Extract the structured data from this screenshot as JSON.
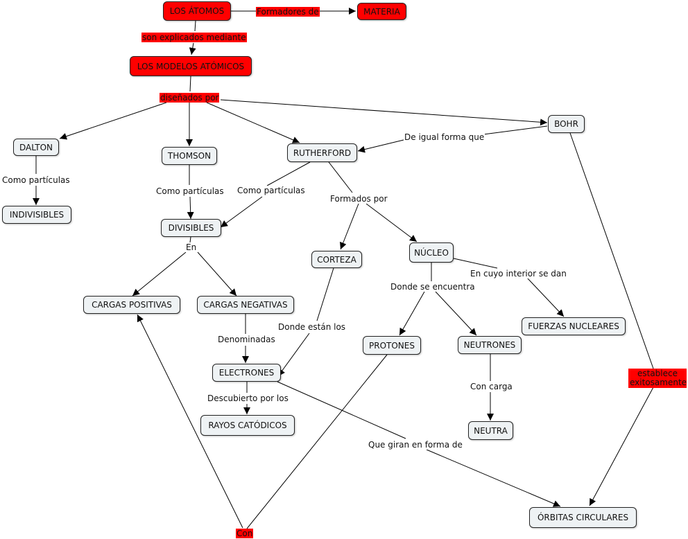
{
  "colors": {
    "highlight": "#ff0000",
    "node_fill": "#eef2f4",
    "line": "#000000"
  },
  "nodes": {
    "atomos": "LOS ÁTOMOS",
    "materia": "MATERIA",
    "modelos": "LOS MODELOS ATÓMICOS",
    "dalton": "DALTON",
    "thomson": "THOMSON",
    "rutherford": "RUTHERFORD",
    "bohr": "BOHR",
    "indivisibles": "INDIVISIBLES",
    "divisibles": "DIVISIBLES",
    "corteza": "CORTEZA",
    "nucleo": "NÚCLEO",
    "cargas_positivas": "CARGAS POSITIVAS",
    "cargas_negativas": "CARGAS NEGATIVAS",
    "fuerzas": "FUERZAS NUCLEARES",
    "protones": "PROTONES",
    "neutrones": "NEUTRONES",
    "electrones": "ELECTRONES",
    "rayos": "RAYOS CATÓDICOS",
    "neutra": "NEUTRA",
    "orbitas": "ÓRBITAS CIRCULARES"
  },
  "links": {
    "formadores": "Formadores de",
    "explicados": "son explicados mediante",
    "disenados": "diseñados por",
    "igual": "De igual forma que",
    "como1": "Como partículas",
    "como2": "Como partículas",
    "como3": "Como partículas",
    "formados": "Formados por",
    "en": "En",
    "interior": "En cuyo interior se dan",
    "donde_se": "Donde se encuentra",
    "donde_estan": "Donde están los",
    "denominadas": "Denominadas",
    "con_carga": "Con carga",
    "descubierto": "Descubierto por los",
    "giran": "Que giran en forma de",
    "establece": "establece exitosamente",
    "con": "Con"
  }
}
